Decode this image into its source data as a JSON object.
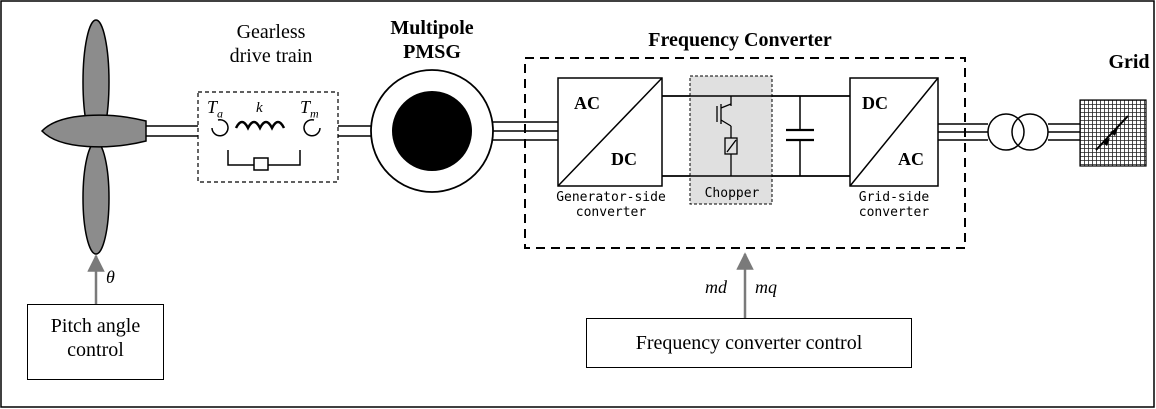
{
  "labels": {
    "drive_train_line1": "Gearless",
    "drive_train_line2": "drive train",
    "generator_line1": "Multipole",
    "generator_line2": "PMSG",
    "frequency_converter": "Frequency Converter",
    "grid": "Grid",
    "torque_a": "T",
    "torque_a_sub": "a",
    "torque_m": "T",
    "torque_m_sub": "m",
    "stiffness": "k",
    "gen_conv_ac": "AC",
    "gen_conv_dc": "DC",
    "gen_conv_caption_line1": "Generator-side",
    "gen_conv_caption_line2": "converter",
    "chopper": "Chopper",
    "grid_conv_dc": "DC",
    "grid_conv_ac": "AC",
    "grid_conv_caption_line1": "Grid-side",
    "grid_conv_caption_line2": "converter",
    "theta": "θ",
    "pitch_control_line1": "Pitch angle",
    "pitch_control_line2": "control",
    "md": "md",
    "mq": "mq",
    "converter_control": "Frequency converter control"
  },
  "colors": {
    "stroke": "#000000",
    "blade": "#8c8c8c",
    "rotor": "#000000",
    "chopper_fill": "#e0e0e0",
    "arrow_grey": "#7a7a7a"
  }
}
